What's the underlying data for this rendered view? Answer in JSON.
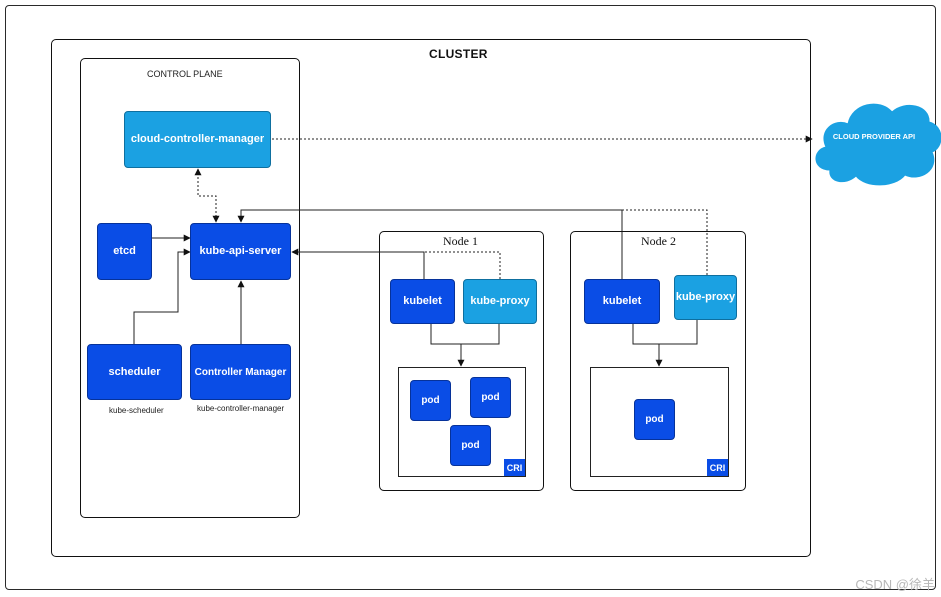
{
  "cluster": {
    "title": "CLUSTER"
  },
  "control_plane": {
    "title": "CONTROL PLANE",
    "cloud_controller_manager": "cloud-controller-manager",
    "kube_api_server": "kube-api-server",
    "etcd": "etcd",
    "scheduler": "scheduler",
    "scheduler_caption": "kube-scheduler",
    "controller_manager": "Controller Manager",
    "controller_manager_caption": "kube-controller-manager"
  },
  "node1": {
    "title": "Node 1",
    "kubelet": "kubelet",
    "kube_proxy": "kube-proxy",
    "pods": [
      "pod",
      "pod",
      "pod"
    ],
    "cri": "CRI"
  },
  "node2": {
    "title": "Node 2",
    "kubelet": "kubelet",
    "kube_proxy": "kube-proxy",
    "pods": [
      "pod"
    ],
    "cri": "CRI"
  },
  "cloud_provider": {
    "label": "CLOUD PROVIDER API"
  },
  "watermark": "CSDN @徐羊",
  "colors": {
    "dark_blue": "#0a4de6",
    "light_blue": "#1ba1e2"
  }
}
